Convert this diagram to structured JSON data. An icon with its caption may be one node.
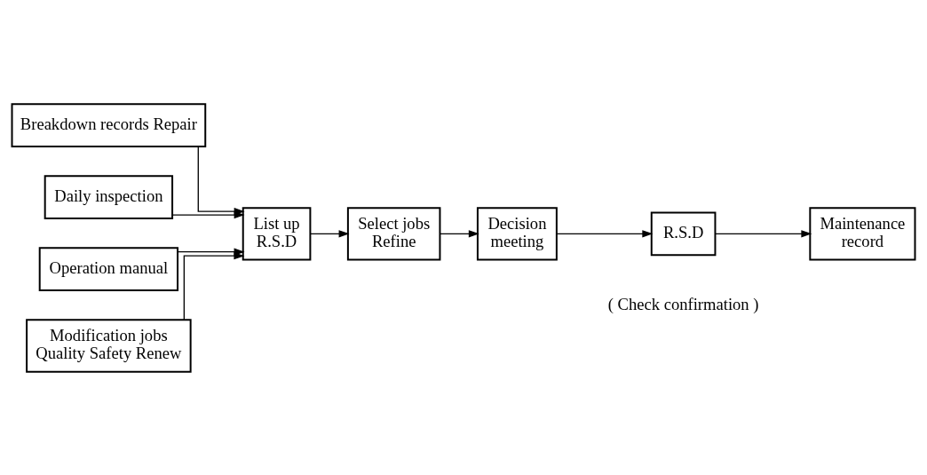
{
  "diagram": {
    "nodes": [
      {
        "text": [
          "Breakdown records Repair"
        ]
      },
      {
        "text": [
          "Daily inspection"
        ]
      },
      {
        "text": [
          "Operation manual"
        ]
      },
      {
        "text": [
          "Modification jobs",
          "Quality Safety Renew"
        ]
      },
      {
        "text": [
          "List up",
          "R.S.D"
        ]
      },
      {
        "text": [
          "Select jobs",
          "Refine"
        ]
      },
      {
        "text": [
          "Decision",
          "meeting"
        ]
      },
      {
        "text": [
          "R.S.D"
        ],
        "beside": [
          "( Check confirmation )"
        ]
      },
      {
        "text": [
          "Maintenance",
          "record"
        ]
      }
    ],
    "edges": [
      {
        "from": 0,
        "to": 4,
        "arrow": "to"
      },
      {
        "from": 1,
        "to": 4,
        "arrow": "to"
      },
      {
        "from": 2,
        "to": 4,
        "arrow": "to"
      },
      {
        "from": 3,
        "to": 4,
        "arrow": "to"
      },
      {
        "from": 4,
        "to": 5,
        "arrow": "to"
      },
      {
        "from": 5,
        "to": 6,
        "arrow": "to"
      },
      {
        "from": 6,
        "to": 7,
        "arrow": "to"
      },
      {
        "from": 7,
        "to": 8,
        "arrow": "to"
      }
    ]
  }
}
